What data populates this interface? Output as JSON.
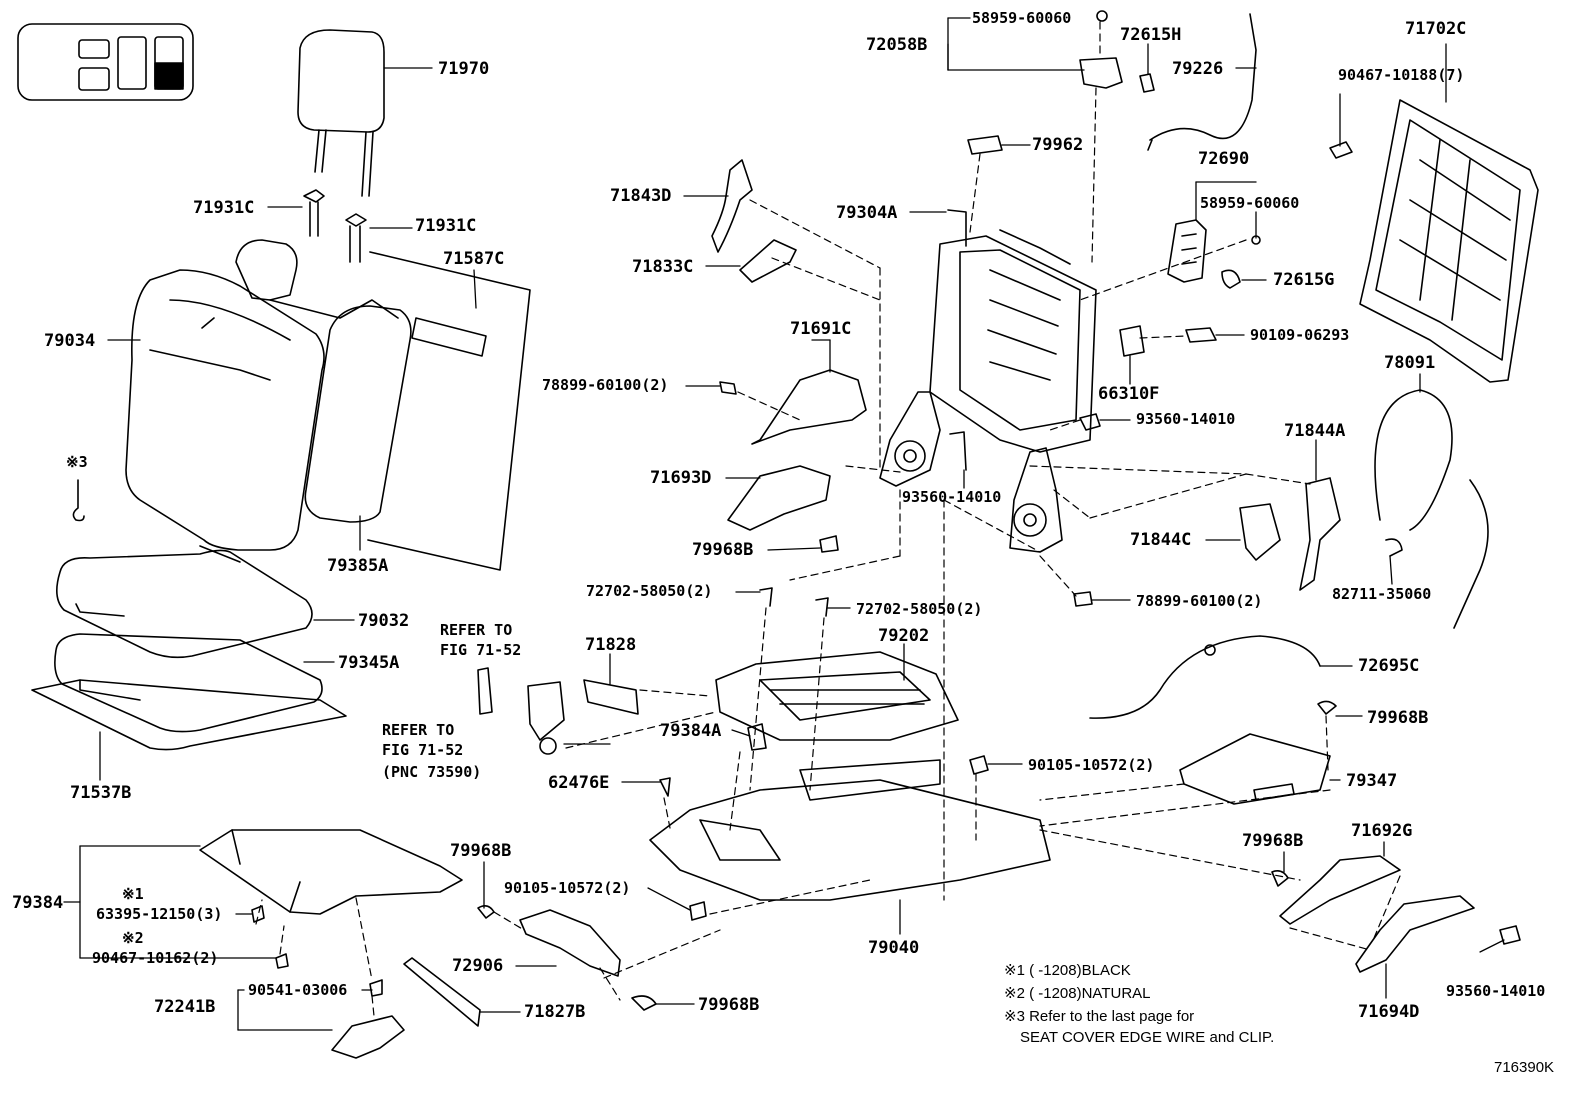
{
  "diagram_id": "716390K",
  "part_labels": {
    "p71970": "71970",
    "p71931c_a": "71931C",
    "p71931c_b": "71931C",
    "p71587c": "71587C",
    "p79034": "79034",
    "ref3": "※3",
    "p79385a": "79385A",
    "p79032": "79032",
    "p79345a": "79345A",
    "p71537b": "71537B",
    "p72058b": "72058B",
    "p58959_top": "58959-60060",
    "p72615h": "72615H",
    "p79226": "79226",
    "p71702c": "71702C",
    "p90467_10188": "90467-10188(7)",
    "p79962": "79962",
    "p72690": "72690",
    "p58959_mid": "58959-60060",
    "p79304a": "79304A",
    "p71843d": "71843D",
    "p71833c": "71833C",
    "p72615g": "72615G",
    "p71691c": "71691C",
    "p90109": "90109-06293",
    "p78091": "78091",
    "p78899_a": "78899-60100(2)",
    "p66310f": "66310F",
    "p93560_a": "93560-14010",
    "p71844a": "71844A",
    "p71693d": "71693D",
    "p93560_b": "93560-14010",
    "p71844c": "71844C",
    "p79968b_a": "79968B",
    "p72702_a": "72702-58050(2)",
    "p72702_b": "72702-58050(2)",
    "p78899_b": "78899-60100(2)",
    "p82711": "82711-35060",
    "refer1_a": "REFER TO",
    "refer1_b": "FIG 71-52",
    "p71828": "71828",
    "p79202": "79202",
    "p72695c": "72695C",
    "refer2_a": "REFER TO",
    "refer2_b": "FIG 71-52",
    "refer2_c": "(PNC 73590)",
    "p79384a": "79384A",
    "p79968b_b": "79968B",
    "p90105_a": "90105-10572(2)",
    "p62476e": "62476E",
    "p79347": "79347",
    "p79968b_c": "79968B",
    "p71692g": "71692G",
    "p79968b_d": "79968B",
    "p79384": "79384",
    "ref1": "※1",
    "p63395": "63395-12150(3)",
    "ref2": "※2",
    "p90467_10162": "90467-10162(2)",
    "p90105_b": "90105-10572(2)",
    "p79040": "79040",
    "p72906": "72906",
    "p72241b": "72241B",
    "p90541": "90541-03006",
    "p71827b": "71827B",
    "p79968b_e": "79968B",
    "p93560_c": "93560-14010",
    "p71694d": "71694D"
  },
  "notes": {
    "n1": "※1 (      -1208)BLACK",
    "n2": "※2 (      -1208)NATURAL",
    "n3": "※3 Refer to the last page for",
    "n3b": "SEAT COVER EDGE WIRE and CLIP."
  }
}
